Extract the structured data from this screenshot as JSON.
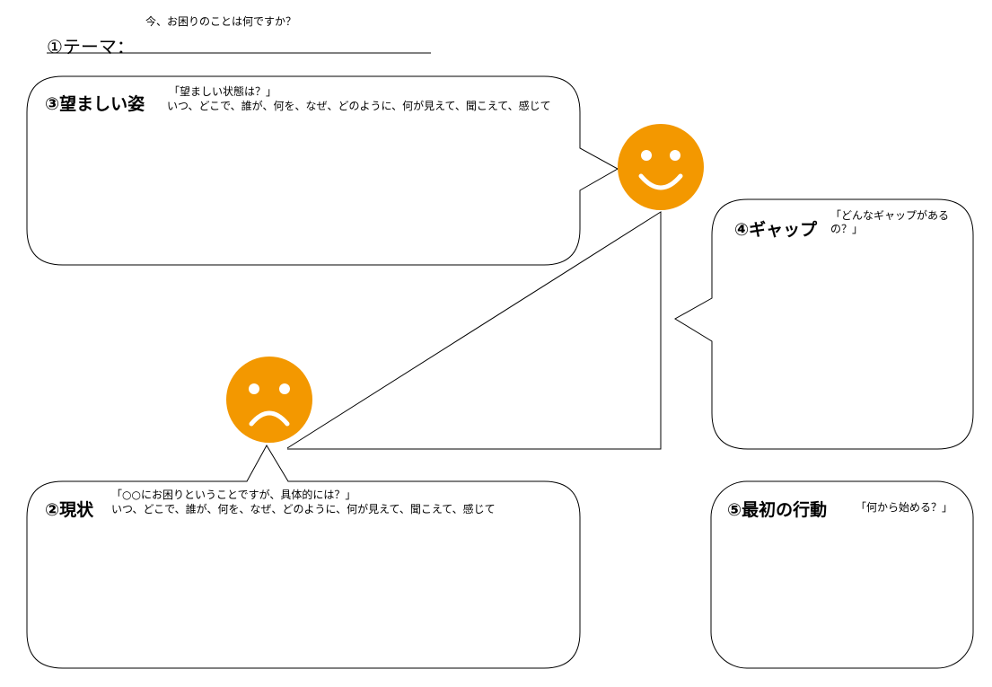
{
  "header": {
    "question": "今、お困りのことは何ですか？",
    "theme_label": "①テーマ："
  },
  "desired": {
    "title": "③望ましい姿",
    "prompt": "「望ましい状態は？」",
    "hint": "いつ、どこで、誰が、何を、なぜ、どのように、何が見えて、聞こえて、感じて"
  },
  "current": {
    "title": "②現状",
    "prompt": "「○○にお困りということですが、具体的には？」",
    "hint": "いつ、どこで、誰が、何を、なぜ、どのように、何が見えて、聞こえて、感じて"
  },
  "gap": {
    "title": "④ギャップ",
    "prompt_line1": "「どんなギャップがある",
    "prompt_line2": "の？」"
  },
  "action": {
    "title": "⑤最初の行動",
    "prompt": "「何から始める？」"
  },
  "colors": {
    "face": "#F39800"
  }
}
